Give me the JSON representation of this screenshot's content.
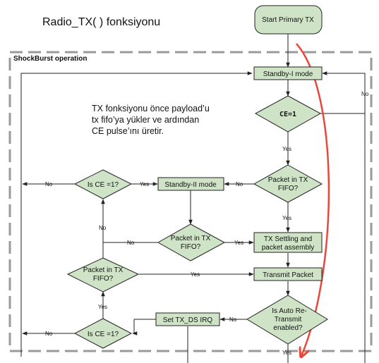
{
  "title": "Radio_TX( ) fonksiyonu",
  "region_label": "ShockBurst operation",
  "note_lines": [
    "TX fonksiyonu önce payload’u",
    "tx fifo’ya yükler ve ardından",
    "CE pulse’ını üretir."
  ],
  "nodes": {
    "start": "Start Primary TX",
    "standby1": "Standby-I mode",
    "ce_eq_1_top": "CE=1",
    "packet_in_fifo_right_1": "Packet in TX",
    "packet_in_fifo_right_2": "FIFO?",
    "is_ce_top_1": "Is CE =1?",
    "standby2": "Standby-II mode",
    "packet_in_fifo_mid_1": "Packet in TX",
    "packet_in_fifo_mid_2": "FIFO?",
    "settling_1": "TX Settling and",
    "settling_2": "packet assembly",
    "packet_in_fifo_left_1": "Packet in TX",
    "packet_in_fifo_left_2": "FIFO?",
    "transmit": "Transmit Packet",
    "auto_retx_1": "Is Auto Re-",
    "auto_retx_2": "Transmit",
    "auto_retx_3": "enabled?",
    "set_tx_ds": "Set TX_DS IRQ",
    "is_ce_bottom": "Is CE =1?"
  },
  "edge_labels": {
    "no": "No",
    "yes": "Yes"
  },
  "colors": {
    "box_fill": "#cfe4c6",
    "arrow_highlight": "#e8483b",
    "region_border": "#9a9a9a"
  }
}
